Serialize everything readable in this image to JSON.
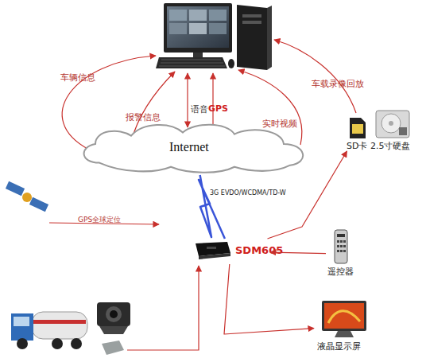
{
  "diagram": {
    "nodes": [
      {
        "text": [
          "Internet"
        ]
      },
      {
        "text": [
          "SD卡"
        ]
      },
      {
        "text": [
          "2.5寸硬盘"
        ]
      },
      {
        "text": [
          "SDM605"
        ]
      },
      {
        "text": [
          "遥控器"
        ]
      },
      {
        "text": [
          "液晶显示屏"
        ]
      }
    ],
    "edges": [
      {
        "from": 3,
        "to": 0,
        "label": "3G EVDO/WCDMA/TD-W",
        "arrow": "none"
      },
      {
        "from": 3,
        "to": 1,
        "arrow": "to"
      },
      {
        "from": 4,
        "to": 3,
        "arrow": "to"
      },
      {
        "from": 3,
        "to": 5,
        "arrow": "to"
      }
    ],
    "labels": [
      "车辆信息",
      "报警信息",
      "语音",
      "GPS",
      "实时视频",
      "车载录像回放",
      "GPS全球定位"
    ]
  }
}
